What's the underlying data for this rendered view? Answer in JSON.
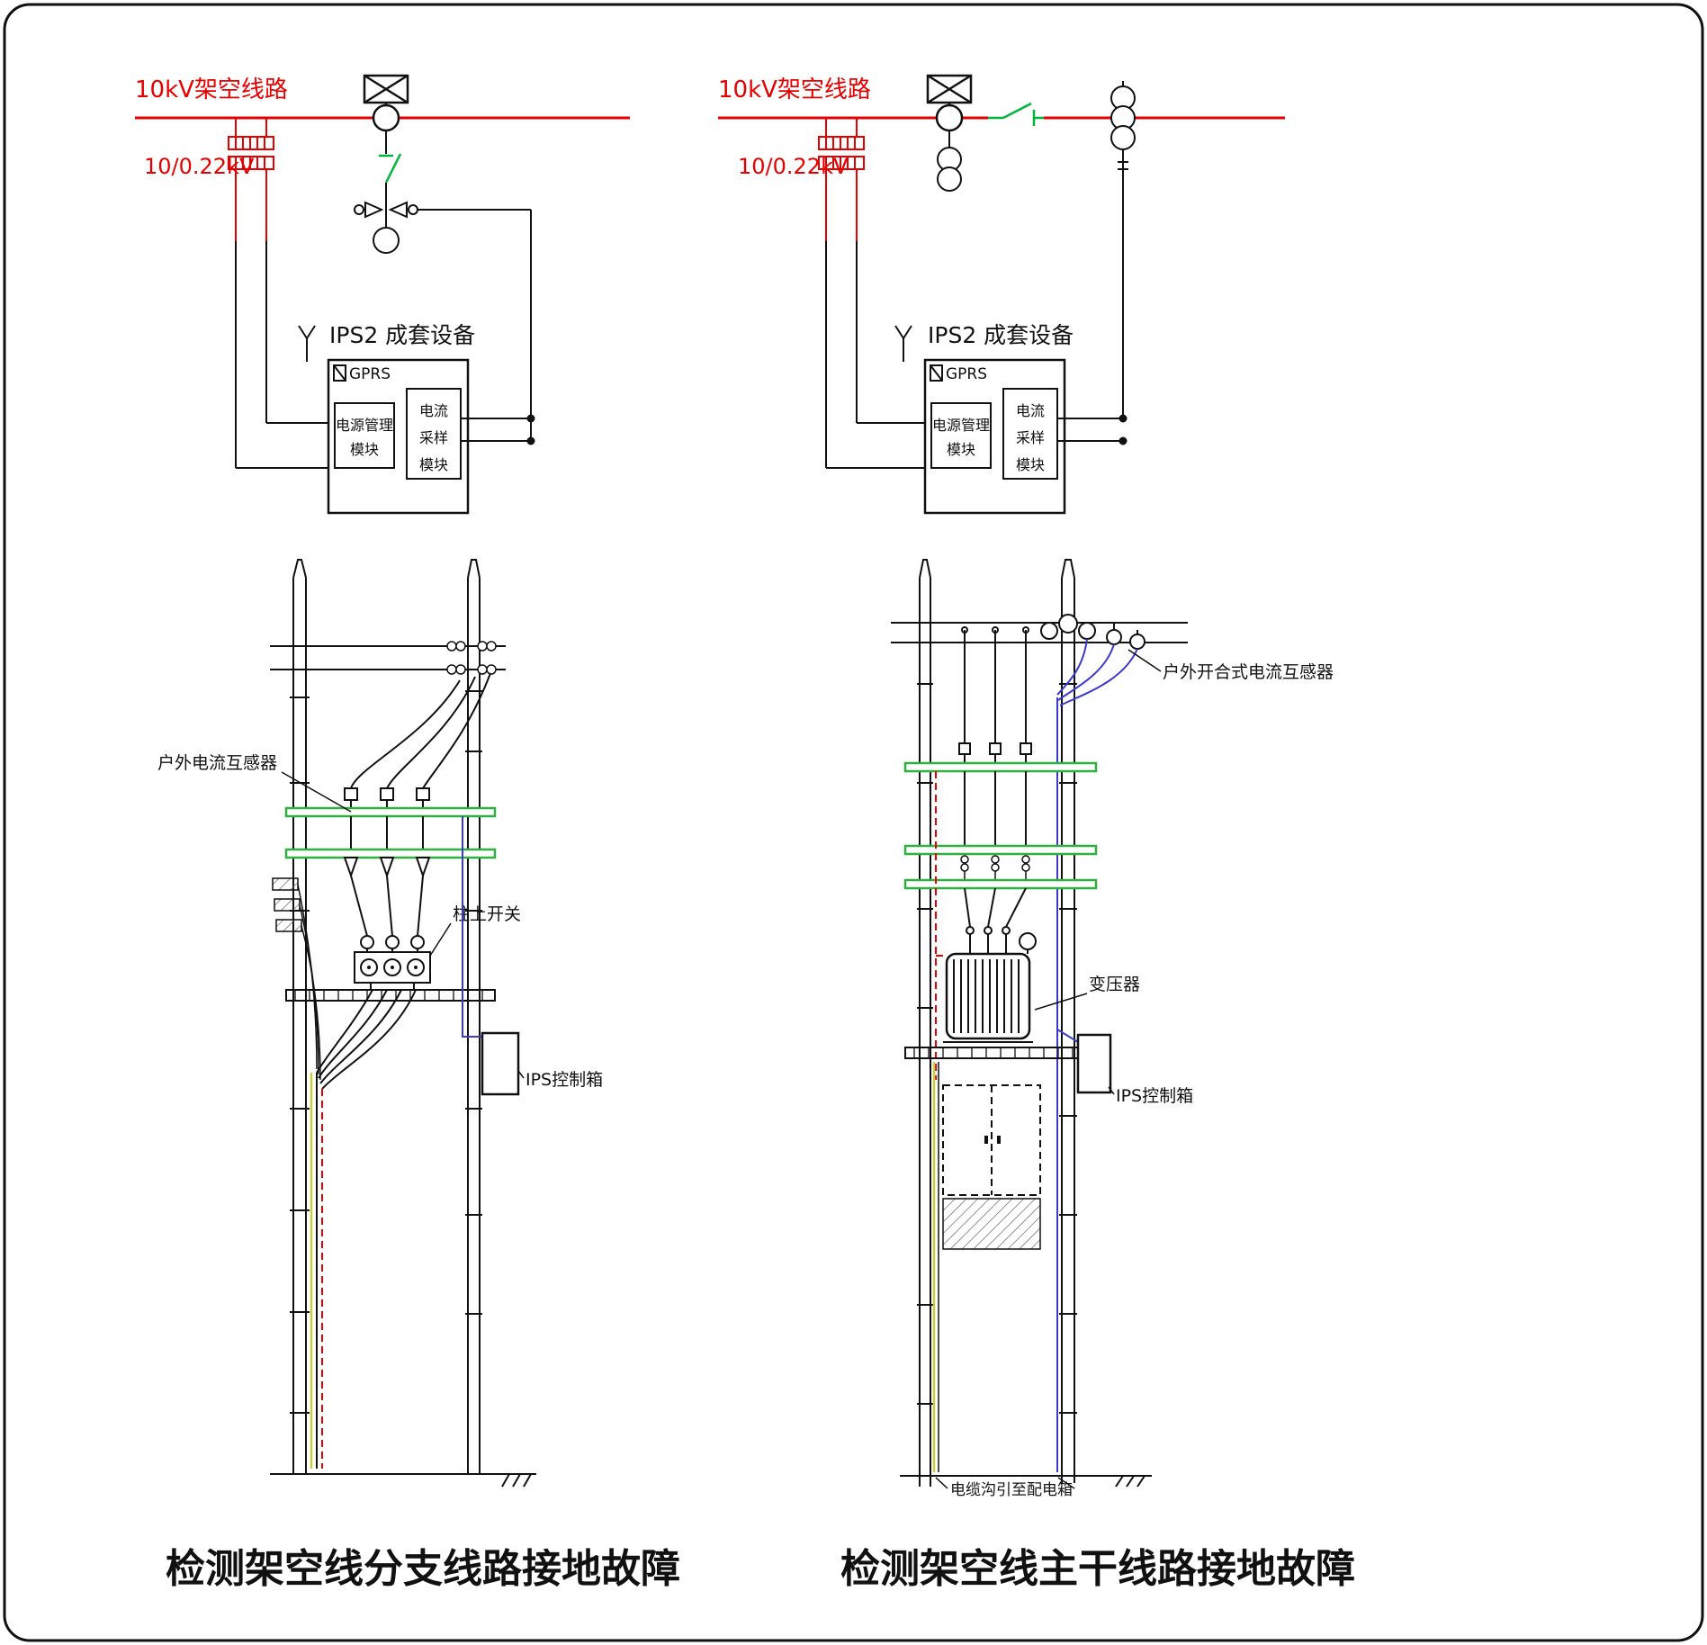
{
  "colors": {
    "line_red": "#e60000",
    "switch_green": "#00b43c",
    "crossarm_green": "#2eaf3f",
    "cable_blue": "#3a3ace",
    "cable_yellow": "#c9ce3d",
    "ink": "#111111"
  },
  "schematics": {
    "branch": {
      "overhead_label": "10kV架空线路",
      "transformer_label": "10/0.22kV",
      "device_title": "IPS2 成套设备",
      "gprs": "GPRS",
      "power_module": [
        "电源管理",
        "模块"
      ],
      "current_module": [
        "电流",
        "采样",
        "模块"
      ]
    },
    "main": {
      "overhead_label": "10kV架空线路",
      "transformer_label": "10/0.22kV",
      "device_title": "IPS2 成套设备",
      "gprs": "GPRS",
      "power_module": [
        "电源管理",
        "模块"
      ],
      "current_module": [
        "电流",
        "采样",
        "模块"
      ]
    }
  },
  "drawings": {
    "branch": {
      "label_outdoor_ct": "户外电流互感器",
      "label_pole_switch": "柱上开关",
      "label_ips_box": "IPS控制箱",
      "caption": "检测架空线分支线路接地故障"
    },
    "main": {
      "label_outdoor_ct": "户外开合式电流互感器",
      "label_transformer": "变压器",
      "label_ips_box": "IPS控制箱",
      "label_cable_trench": "电缆沟引至配电箱",
      "caption": "检测架空线主干线路接地故障"
    }
  }
}
